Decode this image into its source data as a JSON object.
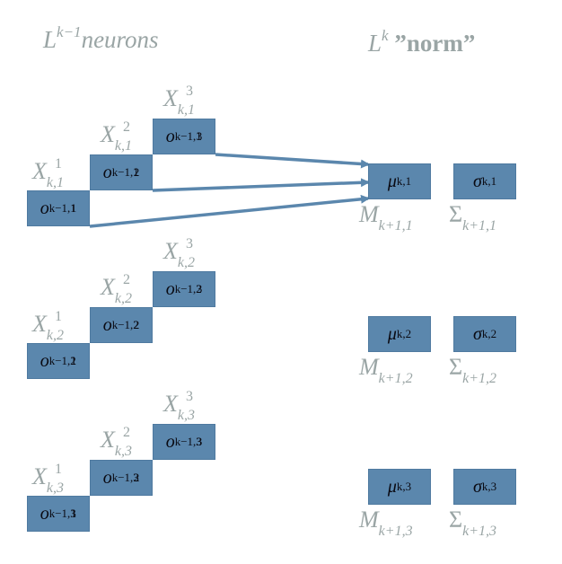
{
  "headers": {
    "left_base": "L",
    "left_sup": "k−1",
    "left_word": "neurons",
    "right_base": "L",
    "right_sup": "k",
    "right_word": "”norm”"
  },
  "groups": [
    {
      "neurons": [
        {
          "box_base": "o",
          "box_sup": "1",
          "box_sub": "k−1,1",
          "label_base": "X",
          "label_sup": "1",
          "label_sub": "k,1"
        },
        {
          "box_base": "o",
          "box_sup": "2",
          "box_sub": "k−1,1",
          "label_base": "X",
          "label_sup": "2",
          "label_sub": "k,1"
        },
        {
          "box_base": "o",
          "box_sup": "3",
          "box_sub": "k−1,1",
          "label_base": "X",
          "label_sup": "3",
          "label_sub": "k,1"
        }
      ],
      "mu": {
        "base": "μ",
        "sub": "k,1",
        "label_base": "M",
        "label_sub": "k+1,1"
      },
      "sigma": {
        "base": "σ",
        "sub": "k,1",
        "label_base": "Σ",
        "label_sub": "k+1,1"
      }
    },
    {
      "neurons": [
        {
          "box_base": "o",
          "box_sup": "1",
          "box_sub": "k−1,2",
          "label_base": "X",
          "label_sup": "1",
          "label_sub": "k,2"
        },
        {
          "box_base": "o",
          "box_sup": "2",
          "box_sub": "k−1,2",
          "label_base": "X",
          "label_sup": "2",
          "label_sub": "k,2"
        },
        {
          "box_base": "o",
          "box_sup": "3",
          "box_sub": "k−1,2",
          "label_base": "X",
          "label_sup": "3",
          "label_sub": "k,2"
        }
      ],
      "mu": {
        "base": "μ",
        "sub": "k,2",
        "label_base": "M",
        "label_sub": "k+1,2"
      },
      "sigma": {
        "base": "σ",
        "sub": "k,2",
        "label_base": "Σ",
        "label_sub": "k+1,2"
      }
    },
    {
      "neurons": [
        {
          "box_base": "o",
          "box_sup": "1",
          "box_sub": "k−1,3",
          "label_base": "X",
          "label_sup": "1",
          "label_sub": "k,3"
        },
        {
          "box_base": "o",
          "box_sup": "2",
          "box_sub": "k−1,3",
          "label_base": "X",
          "label_sup": "2",
          "label_sub": "k,3"
        },
        {
          "box_base": "o",
          "box_sup": "3",
          "box_sub": "k−1,3",
          "label_base": "X",
          "label_sup": "3",
          "label_sub": "k,3"
        }
      ],
      "mu": {
        "base": "μ",
        "sub": "k,3",
        "label_base": "M",
        "label_sub": "k+1,3"
      },
      "sigma": {
        "base": "σ",
        "sub": "k,3",
        "label_base": "Σ",
        "label_sub": "k+1,3"
      }
    }
  ],
  "colors": {
    "box_fill": "#5b87ad",
    "arrow": "#5b87ad",
    "label_gray": "#9aa5a5"
  }
}
